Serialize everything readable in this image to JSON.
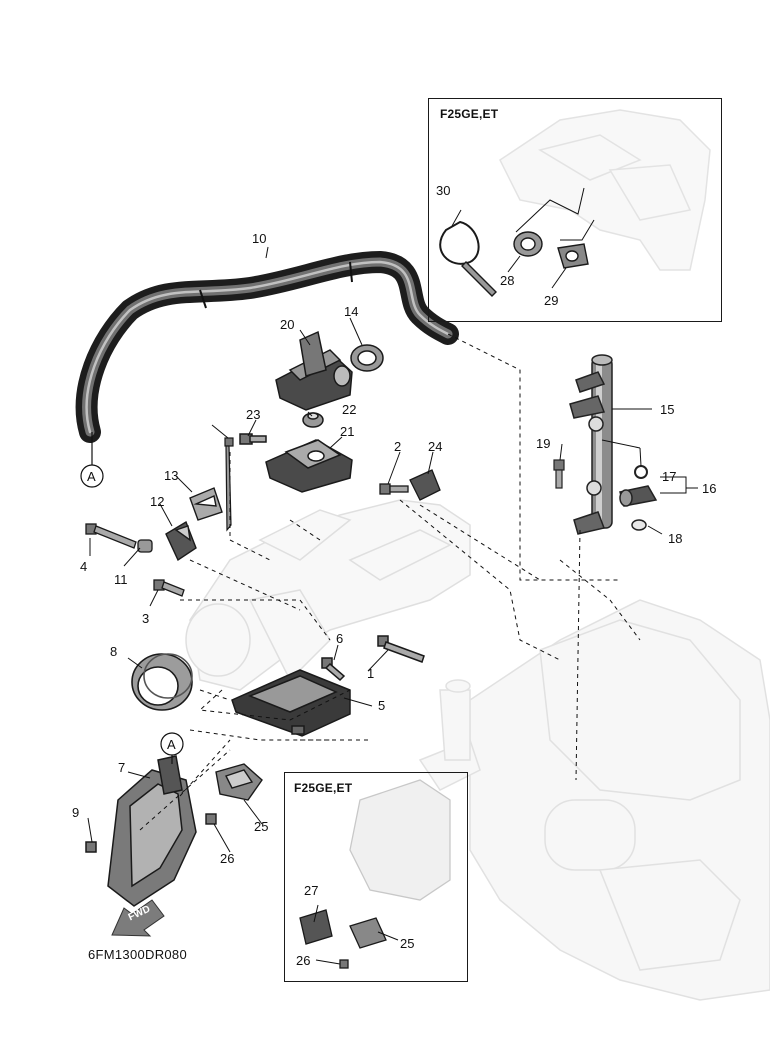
{
  "diagram": {
    "reference_code": "6FM1300DR080",
    "fwd_label": "FWD",
    "insets": [
      {
        "title": "F25GE,ET"
      },
      {
        "title": "F25GE,ET"
      }
    ],
    "circle_marker": "A",
    "callouts": {
      "n1": "1",
      "n2": "2",
      "n3": "3",
      "n4": "4",
      "n5": "5",
      "n6": "6",
      "n7": "7",
      "n8": "8",
      "n9": "9",
      "n10": "10",
      "n11": "11",
      "n12": "12",
      "n13": "13",
      "n14": "14",
      "n15": "15",
      "n16": "16",
      "n17": "17",
      "n18": "18",
      "n19": "19",
      "n20": "20",
      "n21": "21",
      "n22": "22",
      "n23": "23",
      "n24": "24",
      "n25": "25",
      "n26": "26",
      "n28": "28",
      "n29": "29",
      "n30": "30",
      "inset_n25": "25",
      "inset_n26": "26",
      "inset_n27": "27"
    }
  }
}
